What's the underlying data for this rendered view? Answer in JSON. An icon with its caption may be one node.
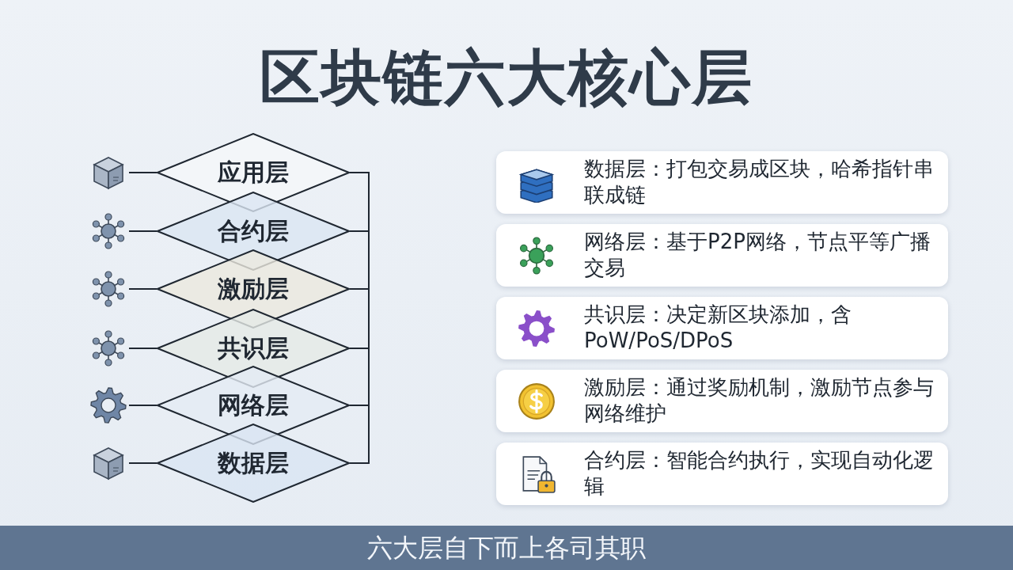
{
  "diagram": {
    "title": "区块链六大核心层",
    "caption": "六大层自下而上各司其职",
    "nodes": [
      {
        "text": [],
        "shape": "cube"
      },
      {
        "text": [
          "应用层"
        ]
      },
      {
        "text": [],
        "shape": "network"
      },
      {
        "text": [
          "合约层"
        ]
      },
      {
        "text": [],
        "shape": "network"
      },
      {
        "text": [
          "激励层"
        ]
      },
      {
        "text": [],
        "shape": "network"
      },
      {
        "text": [
          "共识层"
        ]
      },
      {
        "text": [],
        "shape": "gear"
      },
      {
        "text": [
          "网络层"
        ]
      },
      {
        "text": [],
        "shape": "cube"
      },
      {
        "text": [
          "数据层"
        ]
      },
      {
        "text": [
          "数据层：打包交易成区块，哈希指针串联成链"
        ]
      },
      {
        "text": [
          "网络层：基于P2P网络，节点平等广播交易"
        ]
      },
      {
        "text": [
          "共识层：决定新区块添加，含PoW/PoS/DPoS"
        ]
      },
      {
        "text": [
          "激励层：通过奖励机制，激励节点参与网络维护"
        ]
      },
      {
        "text": [
          "合约层：智能合约执行，实现自动化逻辑"
        ]
      }
    ],
    "edges": [
      {
        "from": 0,
        "to": 1,
        "arrow": "none"
      },
      {
        "from": 2,
        "to": 3,
        "arrow": "none"
      },
      {
        "from": 4,
        "to": 5,
        "arrow": "none"
      },
      {
        "from": 6,
        "to": 7,
        "arrow": "none"
      },
      {
        "from": 8,
        "to": 9,
        "arrow": "none"
      },
      {
        "from": 10,
        "to": 11,
        "arrow": "none"
      },
      {
        "from": 1,
        "to": 3,
        "arrow": "none"
      },
      {
        "from": 3,
        "to": 5,
        "arrow": "none"
      },
      {
        "from": 5,
        "to": 7,
        "arrow": "none"
      },
      {
        "from": 7,
        "to": 9,
        "arrow": "none"
      },
      {
        "from": 9,
        "to": 11,
        "arrow": "none"
      }
    ]
  }
}
